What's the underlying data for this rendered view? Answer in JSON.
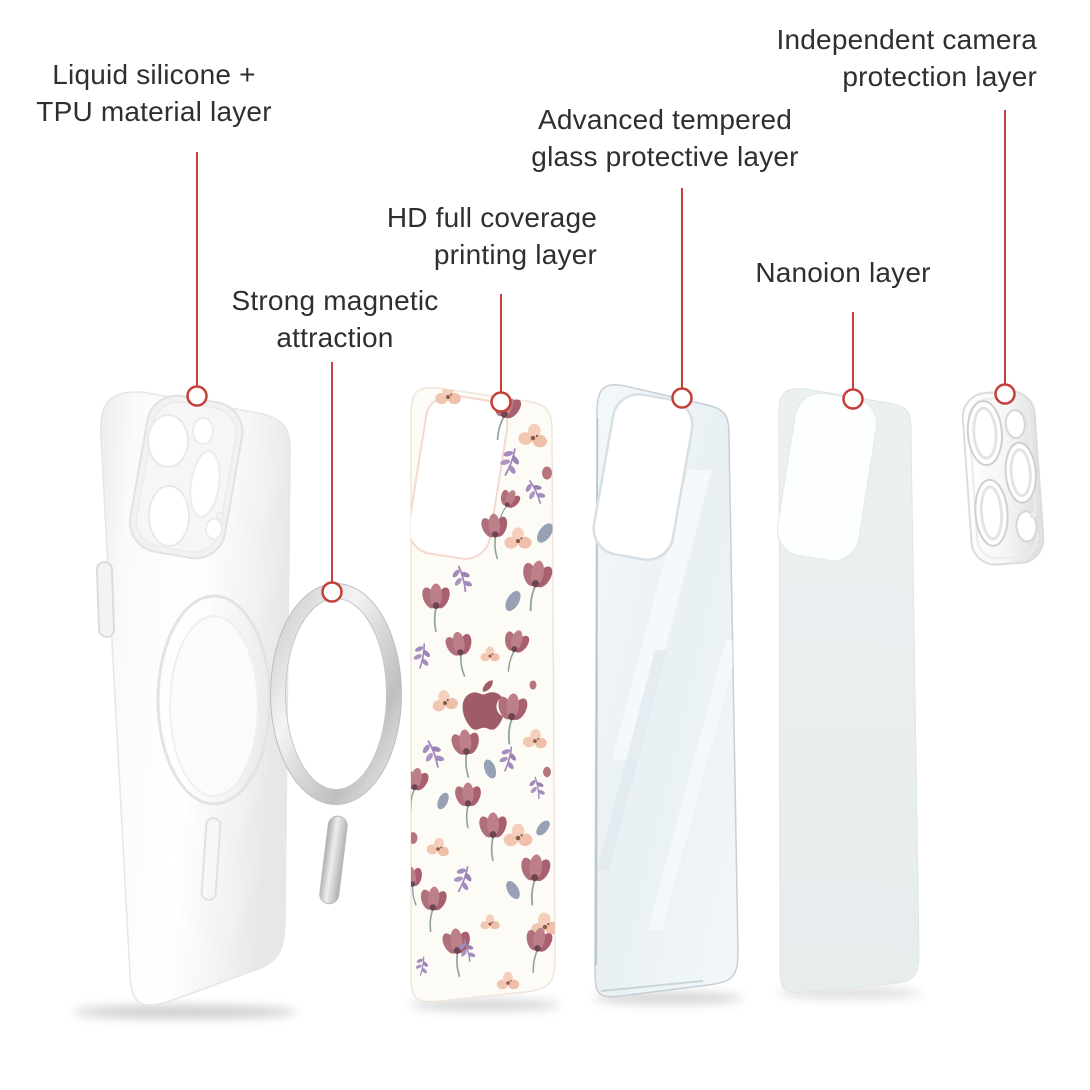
{
  "page": {
    "background_color": "#ffffff",
    "text_color": "#2f2f2f",
    "accent_red": "#c4403a"
  },
  "labels": {
    "liquid_silicone": "Liquid silicone +\nTPU material layer",
    "strong_magnetic": "Strong magnetic\nattraction",
    "hd_printing": "HD full coverage\nprinting layer",
    "tempered_glass": "Advanced tempered\nglass protective layer",
    "nanoion": "Nanoion layer",
    "camera_protection": "Independent camera\nprotection layer"
  },
  "illustration": {
    "pieces": [
      {
        "name": "silicone-case",
        "color": "#f5f5f5"
      },
      {
        "name": "magsafe-metal-ring",
        "color": "#d9d9d9"
      },
      {
        "name": "magnetic-alignment-bar",
        "color": "#cfcfcf"
      },
      {
        "name": "floral-printed-sheet",
        "background": "#fdfbf5",
        "flower_colors": [
          "#a86070",
          "#f2c7b1",
          "#a18cba",
          "#96a1b6"
        ],
        "apple_logo_color": "#a05b68"
      },
      {
        "name": "tempered-glass-sheet",
        "color": "#edf3f6"
      },
      {
        "name": "nanoion-sheet",
        "color": "#e9eeef"
      },
      {
        "name": "camera-protector",
        "color": "#f7f7f7"
      }
    ]
  }
}
